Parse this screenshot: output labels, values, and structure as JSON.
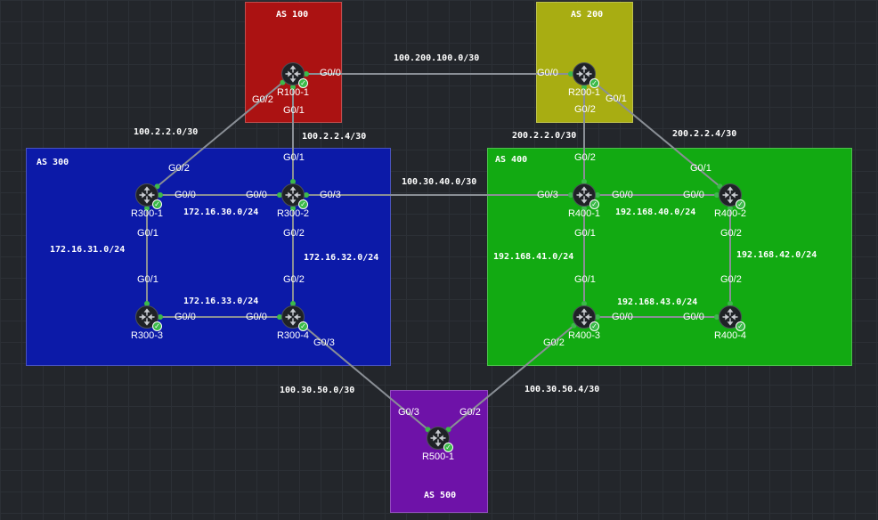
{
  "colors": {
    "as100": "#ab1212",
    "as200": "#a8ad12",
    "as300": "#0c1aa8",
    "as400": "#12aa12",
    "as500": "#6e12a8",
    "link": "#8a8f96",
    "port_dot": "#3cba4a",
    "status_ok": "#3cba4a"
  },
  "autonomous_systems": [
    {
      "id": "as100",
      "label": "AS 100"
    },
    {
      "id": "as200",
      "label": "AS 200"
    },
    {
      "id": "as300",
      "label": "AS 300"
    },
    {
      "id": "as400",
      "label": "AS 400"
    },
    {
      "id": "as500",
      "label": "AS 500"
    }
  ],
  "routers": [
    {
      "id": "r100_1",
      "label": "R100-1",
      "icon": "router-icon",
      "status_icon": "check-icon"
    },
    {
      "id": "r200_1",
      "label": "R200-1",
      "icon": "router-icon",
      "status_icon": "check-icon"
    },
    {
      "id": "r300_1",
      "label": "R300-1",
      "icon": "router-icon",
      "status_icon": "check-icon"
    },
    {
      "id": "r300_2",
      "label": "R300-2",
      "icon": "router-icon",
      "status_icon": "check-icon"
    },
    {
      "id": "r300_3",
      "label": "R300-3",
      "icon": "router-icon",
      "status_icon": "check-icon"
    },
    {
      "id": "r300_4",
      "label": "R300-4",
      "icon": "router-icon",
      "status_icon": "check-icon"
    },
    {
      "id": "r400_1",
      "label": "R400-1",
      "icon": "router-icon",
      "status_icon": "check-icon"
    },
    {
      "id": "r400_2",
      "label": "R400-2",
      "icon": "router-icon",
      "status_icon": "check-icon"
    },
    {
      "id": "r400_3",
      "label": "R400-3",
      "icon": "router-icon",
      "status_icon": "check-icon"
    },
    {
      "id": "r400_4",
      "label": "R400-4",
      "icon": "router-icon",
      "status_icon": "check-icon"
    },
    {
      "id": "r500_1",
      "label": "R500-1",
      "icon": "router-icon",
      "status_icon": "check-icon"
    }
  ],
  "links": [
    {
      "id": "l1",
      "from": "r100_1",
      "to": "r200_1",
      "subnet": "100.200.100.0/30",
      "from_port": "G0/0",
      "to_port": "G0/0"
    },
    {
      "id": "l2",
      "from": "r100_1",
      "to": "r300_1",
      "subnet": "100.2.2.0/30",
      "from_port": "G0/2",
      "to_port": "G0/2"
    },
    {
      "id": "l3",
      "from": "r100_1",
      "to": "r300_2",
      "subnet": "100.2.2.4/30",
      "from_port": "G0/1",
      "to_port": "G0/1"
    },
    {
      "id": "l4",
      "from": "r200_1",
      "to": "r400_1",
      "subnet": "200.2.2.0/30",
      "from_port": "G0/2",
      "to_port": "G0/2"
    },
    {
      "id": "l5",
      "from": "r200_1",
      "to": "r400_2",
      "subnet": "200.2.2.4/30",
      "from_port": "G0/1",
      "to_port": "G0/1"
    },
    {
      "id": "l6",
      "from": "r300_1",
      "to": "r300_2",
      "subnet": "172.16.30.0/24",
      "from_port": "G0/0",
      "to_port": "G0/0"
    },
    {
      "id": "l7",
      "from": "r300_1",
      "to": "r300_3",
      "subnet": "172.16.31.0/24",
      "from_port": "G0/1",
      "to_port": "G0/1"
    },
    {
      "id": "l8",
      "from": "r300_2",
      "to": "r300_4",
      "subnet": "172.16.32.0/24",
      "from_port": "G0/2",
      "to_port": "G0/2"
    },
    {
      "id": "l9",
      "from": "r300_3",
      "to": "r300_4",
      "subnet": "172.16.33.0/24",
      "from_port": "G0/0",
      "to_port": "G0/0"
    },
    {
      "id": "l10",
      "from": "r300_2",
      "to": "r400_1",
      "subnet": "100.30.40.0/30",
      "from_port": "G0/3",
      "to_port": "G0/3"
    },
    {
      "id": "l11",
      "from": "r400_1",
      "to": "r400_2",
      "subnet": "192.168.40.0/24",
      "from_port": "G0/0",
      "to_port": "G0/0"
    },
    {
      "id": "l12",
      "from": "r400_1",
      "to": "r400_3",
      "subnet": "192.168.41.0/24",
      "from_port": "G0/1",
      "to_port": "G0/1"
    },
    {
      "id": "l13",
      "from": "r400_2",
      "to": "r400_4",
      "subnet": "192.168.42.0/24",
      "from_port": "G0/2",
      "to_port": "G0/2"
    },
    {
      "id": "l14",
      "from": "r400_3",
      "to": "r400_4",
      "subnet": "192.168.43.0/24",
      "from_port": "G0/0",
      "to_port": "G0/0"
    },
    {
      "id": "l15",
      "from": "r300_4",
      "to": "r500_1",
      "subnet": "100.30.50.0/30",
      "from_port": "G0/3",
      "to_port": "G0/3"
    },
    {
      "id": "l16",
      "from": "r400_3",
      "to": "r500_1",
      "subnet": "100.30.50.4/30",
      "from_port": "G0/2",
      "to_port": "G0/2"
    }
  ]
}
